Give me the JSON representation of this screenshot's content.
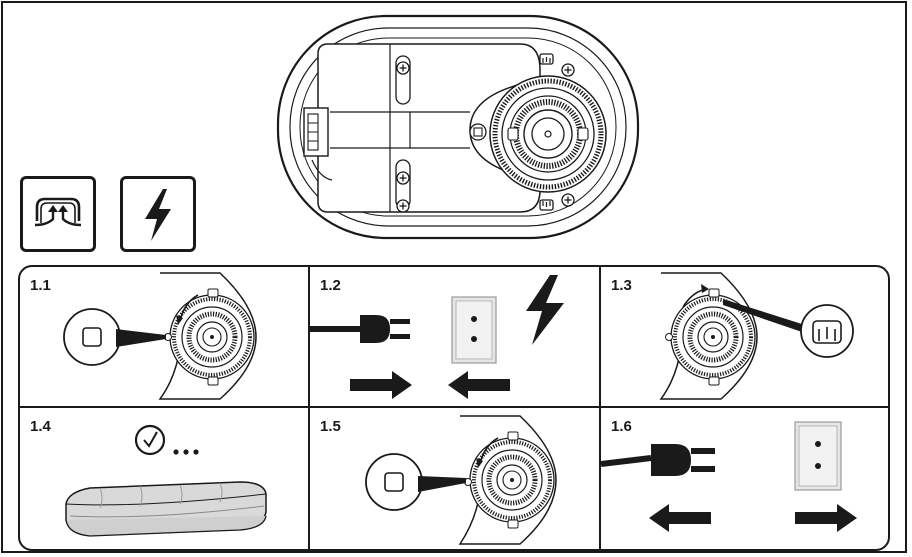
{
  "header": {
    "icons": [
      "inflate-icon",
      "power-icon"
    ]
  },
  "steps": [
    {
      "label": "1.1",
      "icon": "deflate-knob-icon"
    },
    {
      "label": "1.2",
      "icon": "plug-in-icon"
    },
    {
      "label": "1.3",
      "icon": "inflate-setting-icon"
    },
    {
      "label": "1.4",
      "icon": "wait-clock-icon"
    },
    {
      "label": "1.5",
      "icon": "knob-return-icon"
    },
    {
      "label": "1.6",
      "icon": "unplug-icon"
    }
  ],
  "colors": {
    "line": "#1a1a1a",
    "fill_gray": "#d9d9d9",
    "socket_plate": "#e6e6e6"
  }
}
